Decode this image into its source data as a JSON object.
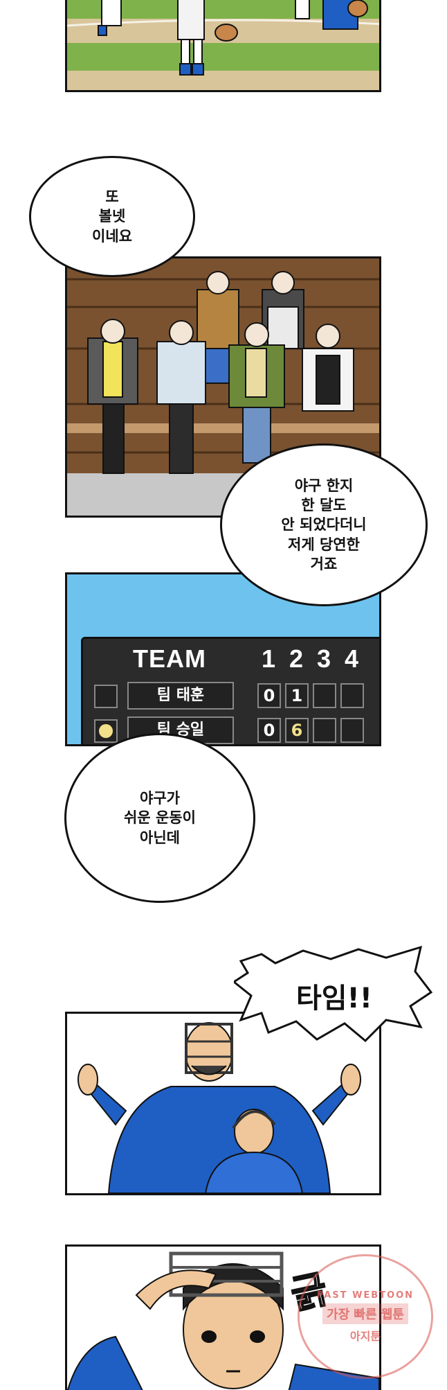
{
  "bubbles": {
    "ball_again": "또\n볼넷\n이네요",
    "not_even_month": "야구 한지\n한 달도\n안 되었다더니\n저게 당연한\n거죠",
    "not_easy": "야구가\n쉬운 운동이\n아닌데",
    "time": "타임!!",
    "sfx": "긁"
  },
  "scoreboard": {
    "header": "TEAM",
    "innings": [
      "1",
      "2",
      "3",
      "4"
    ],
    "teams": [
      {
        "name": "팀 태훈",
        "scores": [
          "0",
          "1",
          "",
          ""
        ]
      },
      {
        "name": "팀 승일",
        "scores": [
          "0",
          "6",
          "",
          ""
        ]
      }
    ],
    "highlight_color": "#f2e08a"
  },
  "watermark": {
    "line1": "PAST WEBTOON",
    "line2": "가장 빠른 웹툰",
    "line3": "아지툰"
  },
  "colors": {
    "grass": "#7fb24a",
    "dirt": "#d8c59a",
    "wood": "#7a5230",
    "sky": "#6ec3ee",
    "board": "#2b2b2b",
    "uniform_blue": "#1f5fc4",
    "watermark_red": "#d9534f"
  }
}
